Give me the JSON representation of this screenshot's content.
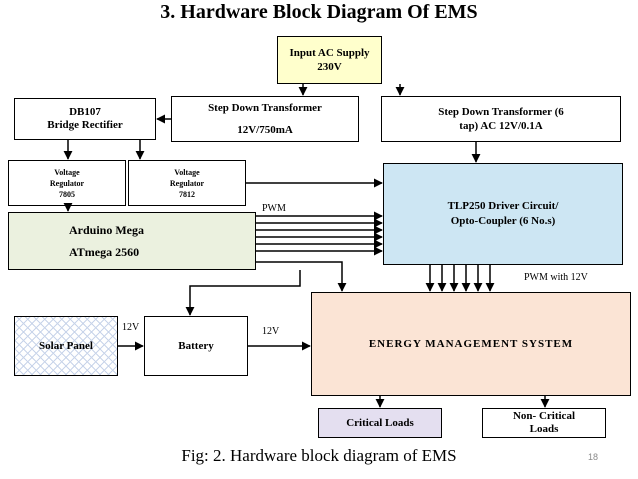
{
  "title": "3. Hardware Block Diagram Of EMS",
  "blocks": {
    "input_ac": {
      "line1": "Input AC Supply",
      "line2": "230V"
    },
    "step_down_1": {
      "line1": "Step Down Transformer",
      "line2": "12V/750mA"
    },
    "step_down_2": {
      "line1": "Step Down Transformer (6",
      "line2": "tap) AC 12V/0.1A"
    },
    "rectifier": {
      "line1": "DB107",
      "line2": "Bridge Rectifier"
    },
    "reg_7805": {
      "line1": "Voltage",
      "line2": "Regulator",
      "line3": "7805"
    },
    "reg_7812": {
      "line1": "Voltage",
      "line2": "Regulator",
      "line3": "7812"
    },
    "driver": {
      "line1": "TLP250 Driver Circuit/",
      "line2": "Opto-Coupler (6 No.s)"
    },
    "arduino": {
      "line1": "Arduino Mega",
      "line2": "ATmega 2560"
    },
    "ems": "ENERGY MANAGEMENT SYSTEM",
    "solar": "Solar Panel",
    "battery": "Battery",
    "critical": "Critical Loads",
    "non_critical": {
      "line1": "Non- Critical",
      "line2": "Loads"
    }
  },
  "labels": {
    "pwm": "PWM",
    "pwm_12v": "PWM with 12V",
    "solar_12v": "12V",
    "battery_12v": "12V"
  },
  "caption": "Fig: 2. Hardware block diagram of EMS",
  "page_number": "18",
  "colors": {
    "input_fill": "#ffffcc",
    "driver_fill": "#cde6f3",
    "arduino_fill": "#ebf1df",
    "ems_fill": "#fbe4d5",
    "critical_fill": "#e4dff0"
  }
}
